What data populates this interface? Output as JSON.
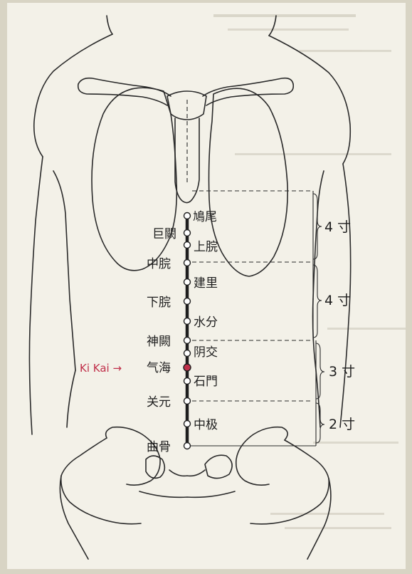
{
  "points": [
    {
      "id": "jiuwei",
      "label": "鳩尾",
      "side": "right"
    },
    {
      "id": "juque",
      "label": "巨闕",
      "side": "left"
    },
    {
      "id": "shangwan",
      "label": "上脘",
      "side": "right"
    },
    {
      "id": "zhongwan",
      "label": "中脘",
      "side": "left"
    },
    {
      "id": "jianli",
      "label": "建里",
      "side": "right"
    },
    {
      "id": "xiawan",
      "label": "下脘",
      "side": "left"
    },
    {
      "id": "shuifen",
      "label": "水分",
      "side": "right"
    },
    {
      "id": "shenque",
      "label": "神闕",
      "side": "left"
    },
    {
      "id": "yinjiao",
      "label": "阴交",
      "side": "right"
    },
    {
      "id": "qihai",
      "label": "气海",
      "side": "left",
      "highlight": true
    },
    {
      "id": "shimen",
      "label": "石門",
      "side": "right"
    },
    {
      "id": "guanyuan",
      "label": "关元",
      "side": "left"
    },
    {
      "id": "zhongji",
      "label": "中极",
      "side": "right"
    },
    {
      "id": "qugu",
      "label": "曲骨",
      "side": "left"
    }
  ],
  "measurements": [
    {
      "id": "upper-4",
      "label": "4 寸"
    },
    {
      "id": "mid-4",
      "label": "4 寸"
    },
    {
      "id": "low-3",
      "label": "3 寸"
    },
    {
      "id": "pubic-2",
      "label": "2 寸"
    }
  ],
  "annotation": {
    "text": "Ki Kai →",
    "color": "#c0304a"
  },
  "colors": {
    "ink": "#1e1e1e",
    "highlight_point": "#c0304a",
    "paper": "#f3f1e8"
  }
}
